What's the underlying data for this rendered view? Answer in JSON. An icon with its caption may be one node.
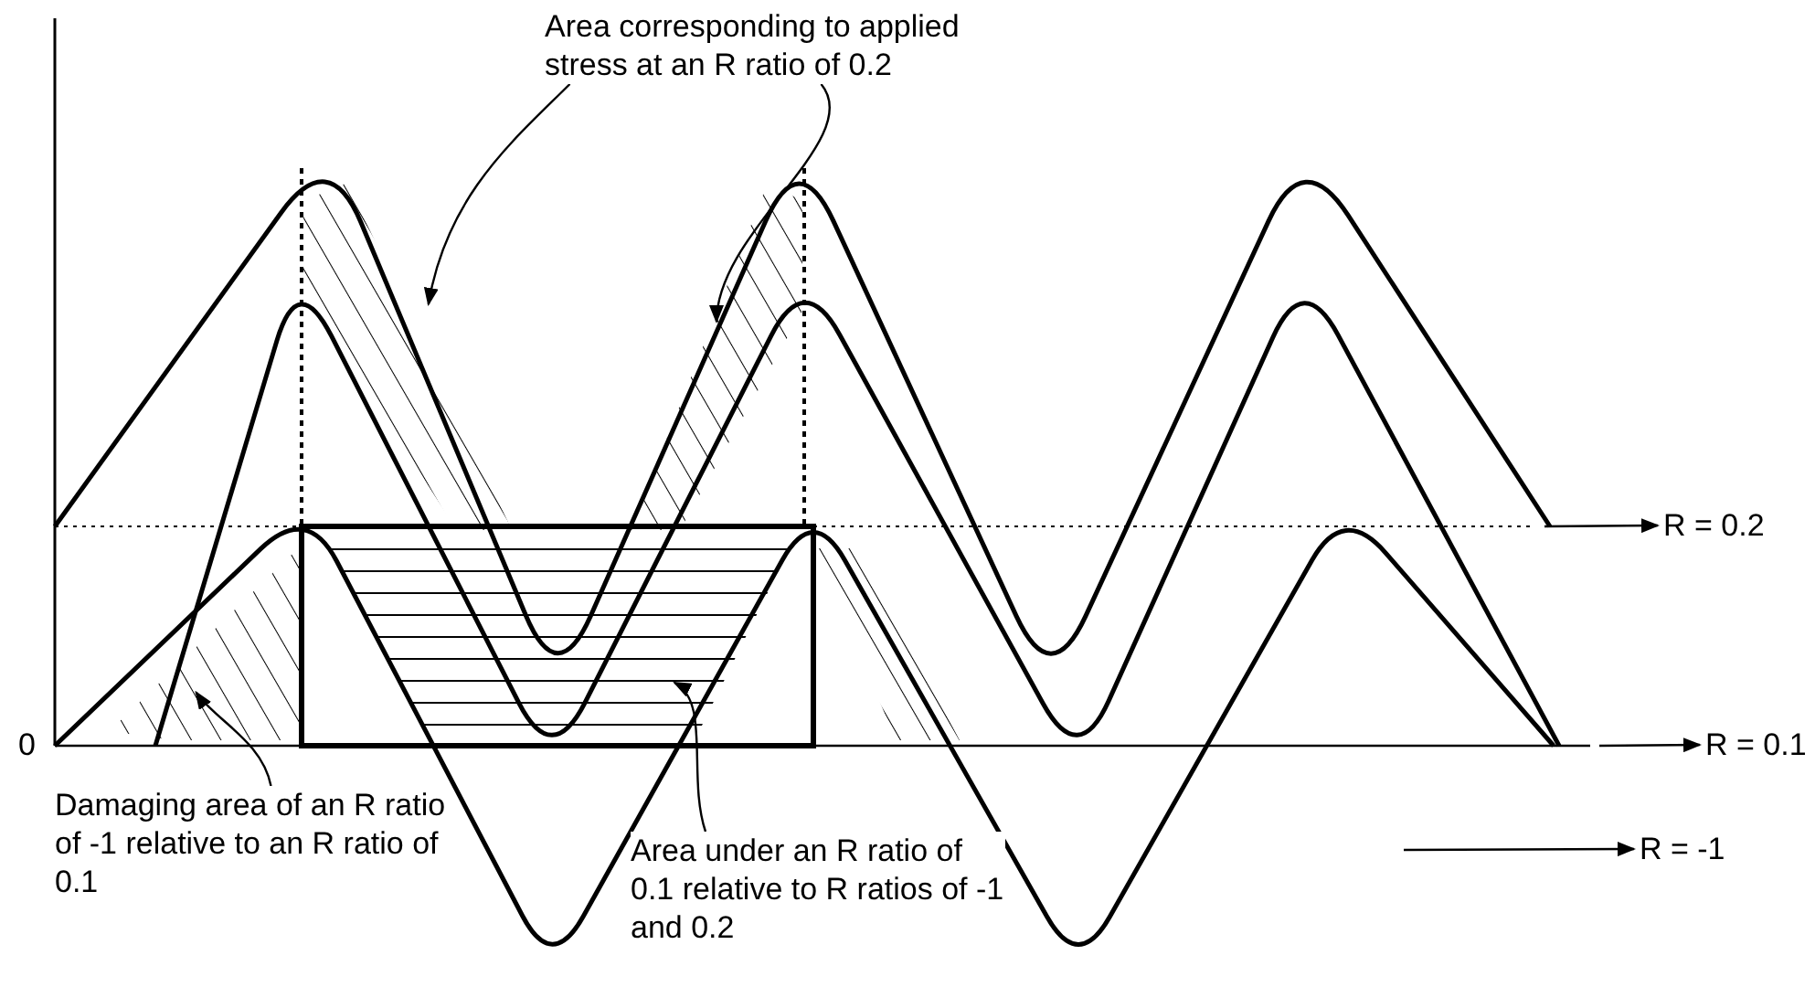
{
  "diagram": {
    "nodes": [
      {
        "text": [
          "Area corresponding to applied stress at an R ratio of 0.2"
        ]
      },
      {
        "text": [],
        "shape": "area"
      },
      {
        "text": [],
        "shape": "area"
      },
      {
        "text": [
          "R = 0.2"
        ]
      },
      {
        "text": [],
        "shape": "area"
      },
      {
        "text": [],
        "shape": "area"
      },
      {
        "text": [],
        "shape": "area"
      },
      {
        "text": [
          "R = 0.1"
        ]
      },
      {
        "text": [
          "Damaging area of an R ratio of -1 relative to an R ratio of 0.1"
        ]
      },
      {
        "text": [
          "Area under an R ratio of 0.1 relative to R ratios of -1 and 0.2"
        ]
      },
      {
        "text": [
          "R = -1"
        ]
      }
    ],
    "edges": [
      {
        "from": 0,
        "to": 1,
        "arrow": "to"
      },
      {
        "from": 0,
        "to": 2,
        "arrow": "to"
      },
      {
        "from": 8,
        "to": 4,
        "arrow": "to"
      },
      {
        "from": 9,
        "to": 5,
        "arrow": "to"
      },
      {
        "from": null,
        "to": 3,
        "arrow": "to"
      },
      {
        "from": null,
        "to": 7,
        "arrow": "to"
      },
      {
        "from": null,
        "to": 10,
        "arrow": "to"
      }
    ],
    "labels": [
      "0"
    ]
  }
}
